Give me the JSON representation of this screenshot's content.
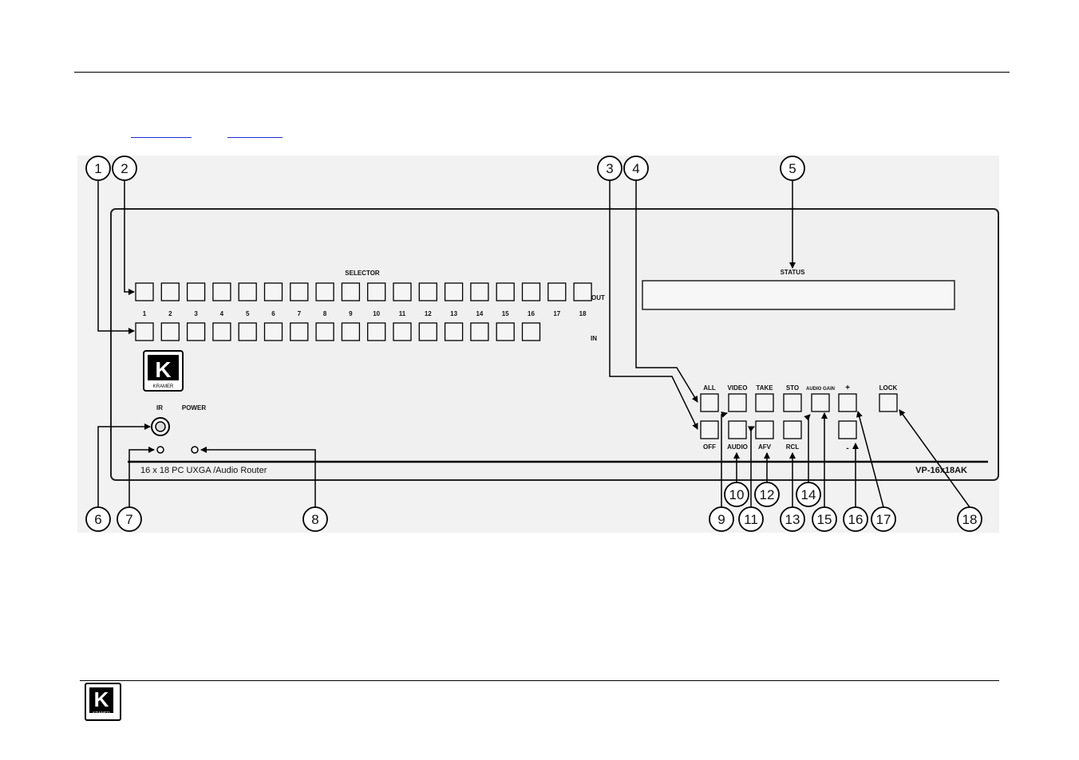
{
  "panel": {
    "selector_label": "SELECTOR",
    "out_label": "OUT",
    "in_label": "IN",
    "out_numbers": [
      "1",
      "2",
      "3",
      "4",
      "5",
      "6",
      "7",
      "8",
      "9",
      "10",
      "11",
      "12",
      "13",
      "14",
      "15",
      "16",
      "17",
      "18"
    ],
    "status_label": "STATUS",
    "ir_label": "IR",
    "power_label": "POWER",
    "product_name": "16 x 18 PC UXGA /Audio Router",
    "model": "VP-16x18AK",
    "brand_logo_letter": "K",
    "brand_logo_text": "KRAMER"
  },
  "controls": {
    "all": "ALL",
    "video": "VIDEO",
    "take": "TAKE",
    "sto": "STO",
    "audio_gain": "AUDIO GAIN",
    "plus": "+",
    "lock": "LOCK",
    "off": "OFF",
    "audio": "AUDIO",
    "afv": "AFV",
    "rcl": "RCL",
    "minus": "-"
  },
  "callouts": [
    "1",
    "2",
    "3",
    "4",
    "5",
    "6",
    "7",
    "8",
    "9",
    "10",
    "11",
    "12",
    "13",
    "14",
    "15",
    "16",
    "17",
    "18"
  ],
  "footer_logo": {
    "letter": "K",
    "text": "KRAMER"
  }
}
